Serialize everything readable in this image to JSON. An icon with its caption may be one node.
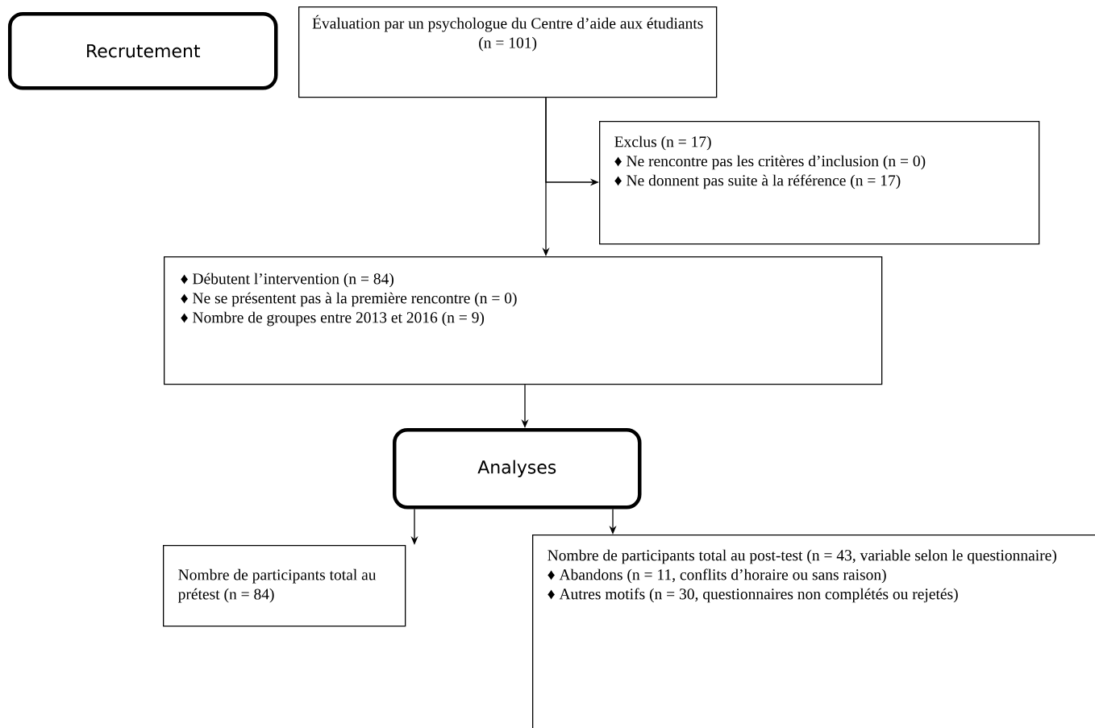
{
  "diagram": {
    "nodes": [
      {
        "text": [
          "Recrutement"
        ]
      },
      {
        "text": [
          "Évaluation par un psychologue du Centre d’aide aux étudiants (n = 101)"
        ]
      },
      {
        "text": [
          "Exclus (n = 17)",
          "♦  Ne rencontre pas les critères d’inclusion (n = 0)",
          "♦  Ne donnent pas suite à la référence (n = 17)"
        ]
      },
      {
        "text": [
          "♦ Débutent l’intervention (n = 84)",
          "♦ Ne se présentent pas à la première rencontre (n = 0)",
          "♦ Nombre de groupes entre 2013 et 2016 (n = 9)"
        ]
      },
      {
        "text": [
          "Analyses"
        ]
      },
      {
        "text": [
          "Nombre de participants total au prétest (n = 84)"
        ]
      },
      {
        "text": [
          "Nombre de participants total au post-test (n = 43, variable selon le questionnaire)",
          "♦ Abandons (n = 11, conflits d’horaire ou sans raison)",
          "♦  Autres motifs (n = 30, questionnaires non complétés ou rejetés)"
        ]
      }
    ],
    "edges": [
      {
        "from": 1,
        "to": 3,
        "arrow": "to"
      },
      {
        "from": 1,
        "to": 2,
        "arrow": "to"
      },
      {
        "from": 3,
        "to": 4,
        "arrow": "to"
      },
      {
        "from": 4,
        "to": 5,
        "arrow": "to"
      },
      {
        "from": 4,
        "to": 6,
        "arrow": "to"
      }
    ]
  }
}
